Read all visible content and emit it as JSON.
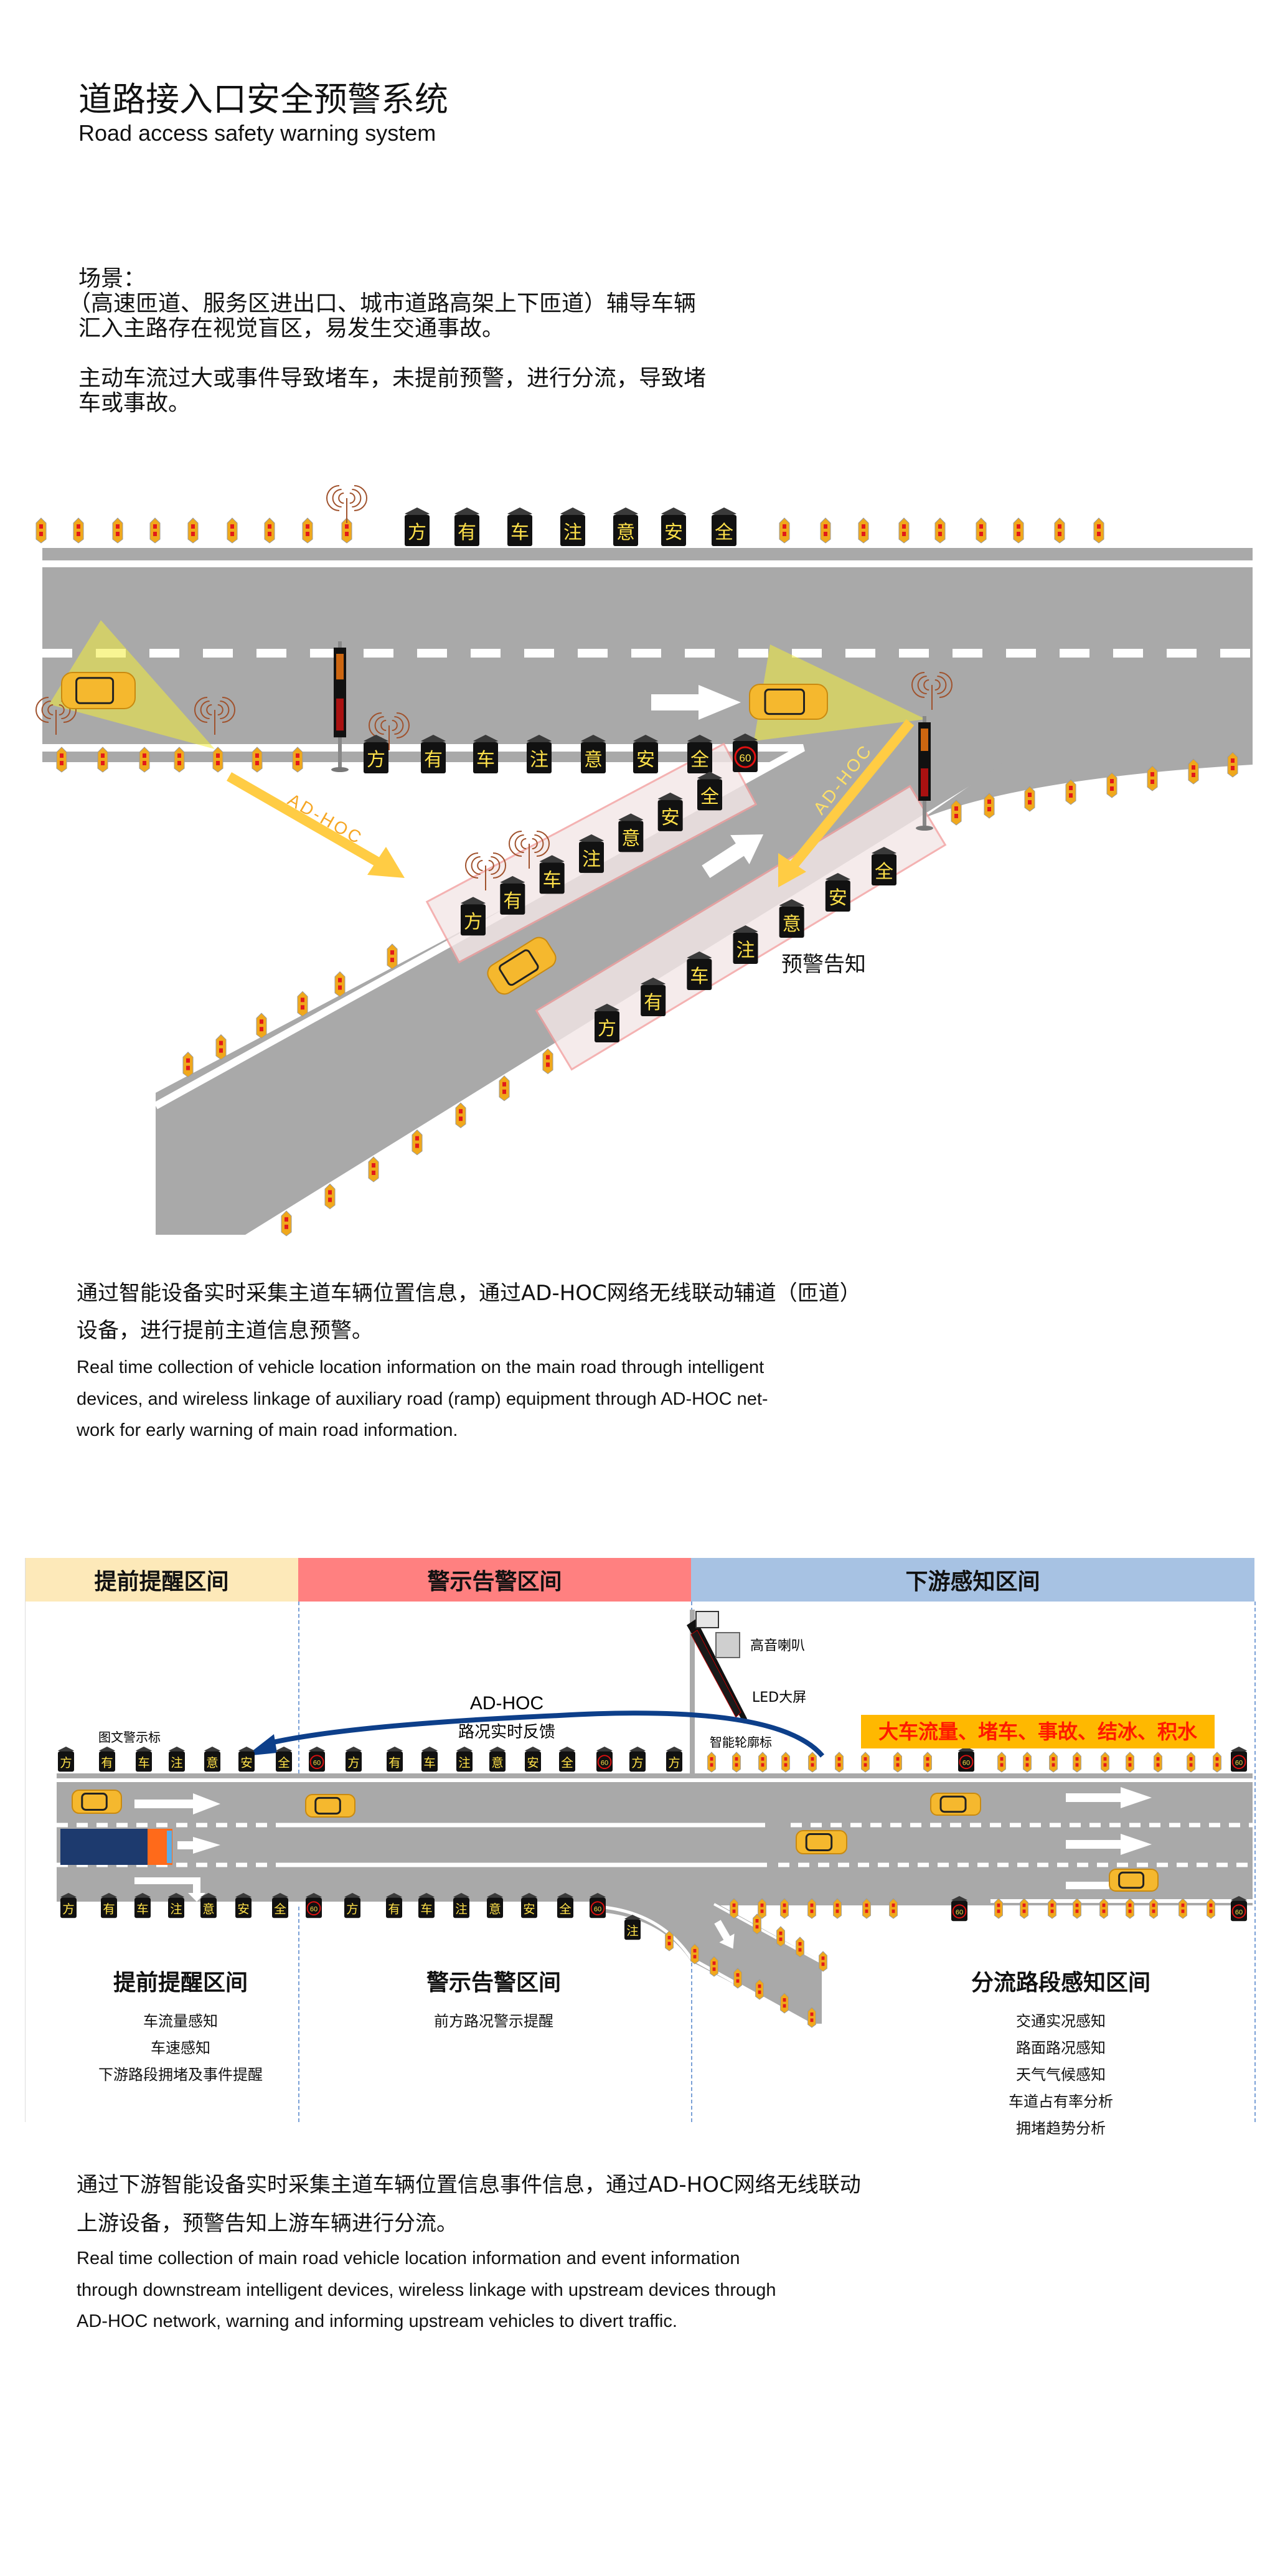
{
  "header": {
    "title_cn": "道路接入口安全预警系统",
    "title_en": "Road access safety warning system"
  },
  "scenario": {
    "label": "场景：",
    "para1_lines": [
      "（高速匝道、服务区进出口、城市道路高架上下匝道）辅导车辆",
      "汇入主路存在视觉盲区，易发生交通事故。"
    ],
    "para2_lines": [
      "主动车流过大或事件导致堵车，未提前预警，进行分流，导致堵",
      "车或事故。"
    ]
  },
  "diagram1": {
    "sign_chars": [
      "方",
      "有",
      "车",
      "注",
      "意",
      "安",
      "全"
    ],
    "speed_limit": "60",
    "adhoc_label": "AD-HOC",
    "warning_label": "预警告知"
  },
  "desc1": {
    "cn_lines": [
      "通过智能设备实时采集主道车辆位置信息，通过AD-HOC网络无线联动辅道（匝道）",
      "设备，进行提前主道信息预警。"
    ],
    "en_lines": [
      "Real time collection of vehicle location information on the main road through intelligent",
      "devices, and wireless linkage of auxiliary road (ramp) equipment through AD-HOC net-",
      "work for early warning of main road information."
    ]
  },
  "diagram2": {
    "zones": [
      {
        "title": "提前提醒区间",
        "color": "#fde9b9"
      },
      {
        "title": "警示告警区间",
        "color": "#ff8080"
      },
      {
        "title": "下游感知区间",
        "color": "#a7c2e3"
      }
    ],
    "labels": {
      "speaker": "高音喇叭",
      "led": "LED大屏",
      "contour": "智能轮廓标",
      "sign": "图文警示标",
      "adhoc": "AD-HOC",
      "feedback": "路况实时反馈"
    },
    "alert": "大车流量、堵车、事故、结冰、积水",
    "sections": [
      {
        "title": "提前提醒区间",
        "items": [
          "车流量感知",
          "车速感知",
          "下游路段拥堵及事件提醒"
        ]
      },
      {
        "title": "警示告警区间",
        "items": [
          "前方路况警示提醒"
        ]
      },
      {
        "title": "分流路段感知区间",
        "items": [
          "交通实况感知",
          "路面路况感知",
          "天气气候感知",
          "车道占有率分析",
          "拥堵趋势分析"
        ]
      }
    ]
  },
  "desc2": {
    "cn_lines": [
      "通过下游智能设备实时采集主道车辆位置信息事件信息，通过AD-HOC网络无线联动",
      "上游设备，预警告知上游车辆进行分流。"
    ],
    "en_lines": [
      "Real time collection of main road vehicle location information and event information",
      "through downstream intelligent devices, wireless linkage with upstream devices through",
      "AD-HOC network, warning and informing upstream vehicles to divert traffic."
    ]
  },
  "colors": {
    "road": "#a9a9a9",
    "car": "#f5b82e",
    "adhoc_arrow": "#ffcc44",
    "feedback_arc": "#0d3f8a",
    "alert_bg": "#ffb800",
    "alert_text": "#ff1a00"
  }
}
